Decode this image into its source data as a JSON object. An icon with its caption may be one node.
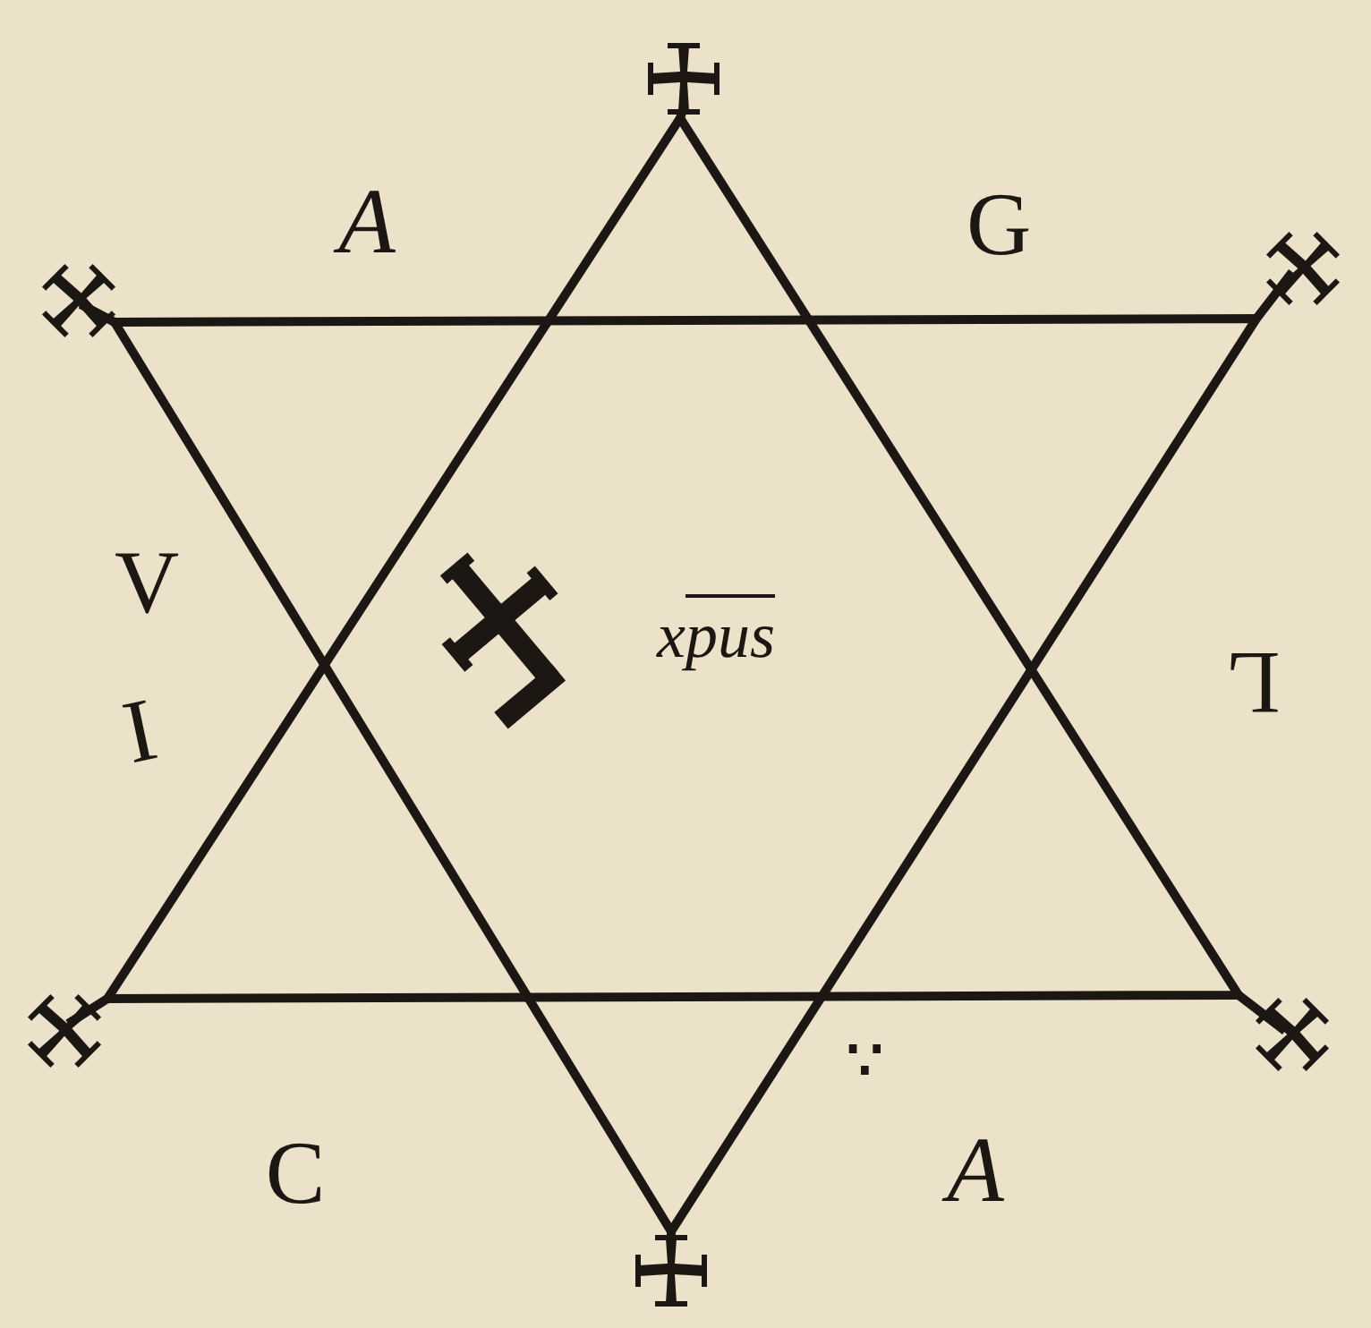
{
  "diagram": {
    "labels": [
      "A",
      "G",
      "V",
      "I",
      "xpus",
      "L",
      "∵",
      "C",
      "A"
    ]
  }
}
